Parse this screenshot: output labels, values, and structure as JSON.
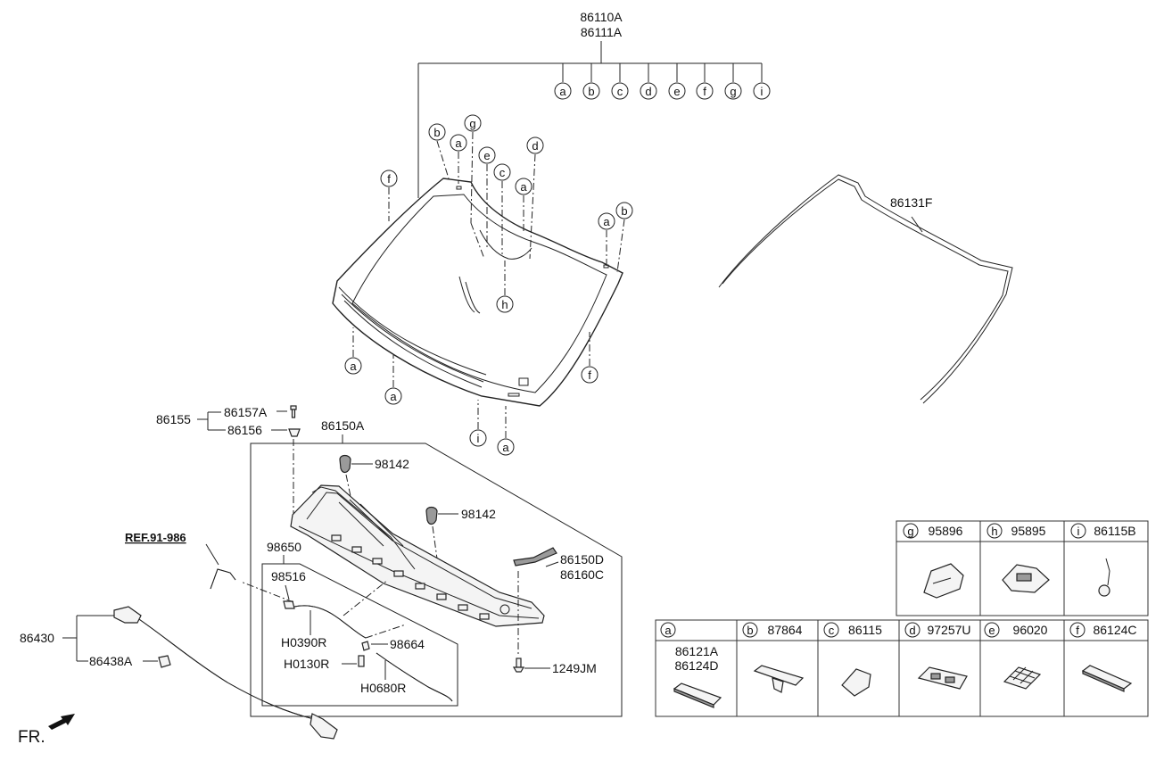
{
  "diagram": {
    "labels": {
      "top_1": "86110A",
      "top_2": "86111A",
      "moulding": "86131F",
      "group_bolt": "86155",
      "bolt": "86157A",
      "nut": "86156",
      "cowl": "86150A",
      "cap_1": "98142",
      "cap_2": "98142",
      "seal_1": "86150D",
      "seal_2": "86160C",
      "hose_group": "98650",
      "nozzle": "98516",
      "hose_a": "H0390R",
      "hose_b": "H0130R",
      "hose_c": "H0680R",
      "valve": "98664",
      "screw": "1249JM",
      "ref": "REF.91-986",
      "harness": "86430",
      "clip": "86438A",
      "fr": "FR."
    },
    "callouts": {
      "top_row": [
        "a",
        "b",
        "c",
        "d",
        "e",
        "f",
        "g",
        "i"
      ],
      "glass": [
        "b",
        "a",
        "g",
        "e",
        "c",
        "d",
        "a",
        "a",
        "b",
        "f",
        "h",
        "a",
        "a",
        "f",
        "i",
        "a"
      ]
    }
  },
  "table_top": {
    "cells": [
      {
        "letter": "g",
        "part": "95896"
      },
      {
        "letter": "h",
        "part": "95895"
      },
      {
        "letter": "i",
        "part": "86115B"
      }
    ]
  },
  "table_bottom": {
    "cells": [
      {
        "letter": "a",
        "part": "",
        "part_1": "86121A",
        "part_2": "86124D"
      },
      {
        "letter": "b",
        "part": "87864"
      },
      {
        "letter": "c",
        "part": "86115"
      },
      {
        "letter": "d",
        "part": "97257U"
      },
      {
        "letter": "e",
        "part": "96020"
      },
      {
        "letter": "f",
        "part": "86124C"
      }
    ]
  }
}
